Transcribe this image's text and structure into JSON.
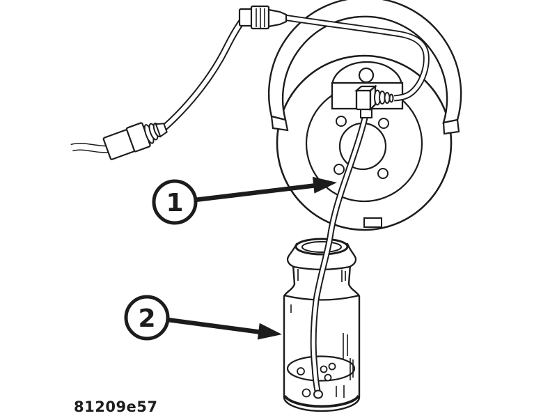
{
  "figure": {
    "kind": "service-manual line illustration (brake bleeding into bottle)",
    "code": "81209e57",
    "colors": {
      "line": "#1c1c1c",
      "background": "#ffffff"
    }
  },
  "callouts": [
    {
      "number": "1",
      "points_to": "clear-bleed-tube"
    },
    {
      "number": "2",
      "points_to": "collection-bottle"
    }
  ],
  "parts": [
    "brake-hose-assembly",
    "hose-end-fitting",
    "inline-fitting",
    "dust-shield-arc",
    "brake-rotor-hub",
    "caliper-block",
    "bleeder-screw",
    "clear-bleed-tube",
    "collection-bottle",
    "brake-fluid",
    "air-bubbles"
  ]
}
